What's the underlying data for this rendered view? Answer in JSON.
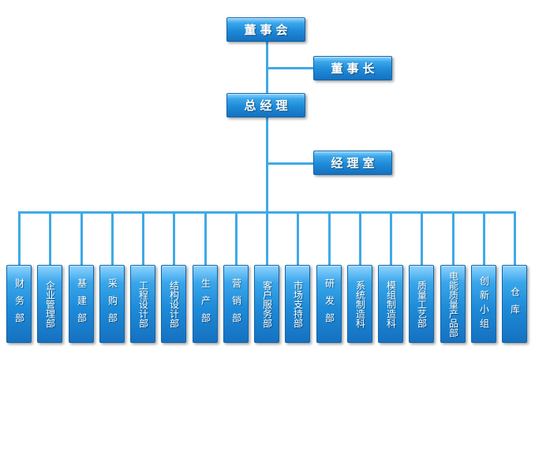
{
  "org": {
    "board": "董事会",
    "chairman": "董事长",
    "gm": "总经理",
    "office": "经理室",
    "departments": [
      "财务部",
      "企业管理部",
      "基建部",
      "采购部",
      "工程设计部",
      "结构设计部",
      "生产部",
      "营销部",
      "客户服务部",
      "市场支持部",
      "研发部",
      "系统制造科",
      "模组制造科",
      "质量工艺部",
      "电能质量产品部",
      "创新小组",
      "仓库"
    ]
  },
  "colors": {
    "line": "#3fa9e6",
    "box_top": "#8ed4ff",
    "box_bottom": "#1571c0",
    "text": "#ffffff"
  }
}
